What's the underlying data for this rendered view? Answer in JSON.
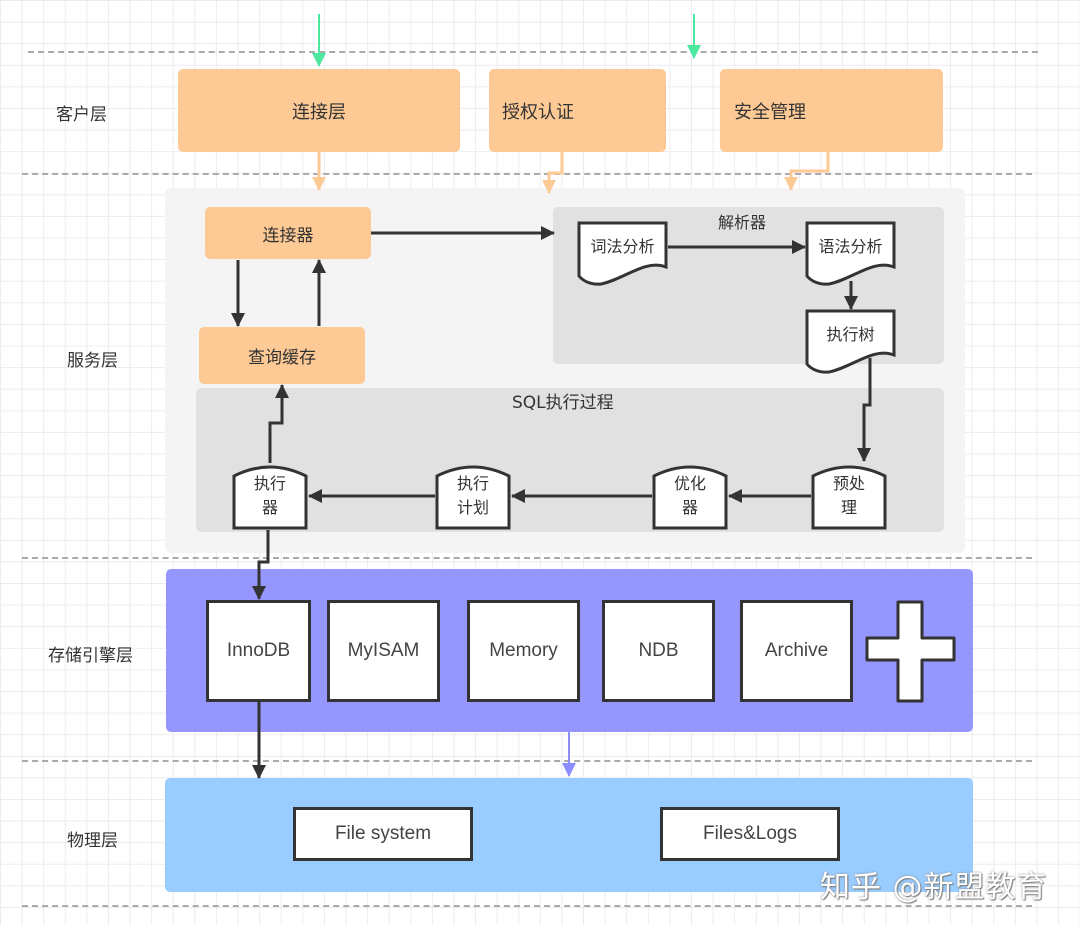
{
  "layers": {
    "client": "客户层",
    "service": "服务层",
    "storage": "存储引擎层",
    "physical": "物理层"
  },
  "client_layer": {
    "connection_layer": "连接层",
    "auth": "授权认证",
    "security": "安全管理"
  },
  "service_layer": {
    "connector": "连接器",
    "query_cache": "查询缓存",
    "parser": {
      "title": "解析器",
      "lexical": "词法分析",
      "syntax": "语法分析",
      "exec_tree": "执行树"
    },
    "sql_process": {
      "title": "SQL执行过程",
      "executor": [
        "执行",
        "器"
      ],
      "exec_plan": [
        "执行",
        "计划"
      ],
      "optimizer": [
        "优化",
        "器"
      ],
      "preprocess": [
        "预处",
        "理"
      ]
    }
  },
  "storage_layer": {
    "engines": [
      "InnoDB",
      "MyISAM",
      "Memory",
      "NDB",
      "Archive"
    ],
    "more_icon": "plus-icon"
  },
  "physical_layer": {
    "file_system": "File system",
    "files_logs": "Files&Logs"
  },
  "watermark": "知乎 @新盟教育",
  "colors": {
    "client_box": "#fdca95",
    "parser_panel": "#e1e1e1",
    "storage_bg": "#9696ff",
    "physical_bg": "#99ccff",
    "entry_arrow": "#4de8a0",
    "storage_arrow": "#8d8dff"
  }
}
